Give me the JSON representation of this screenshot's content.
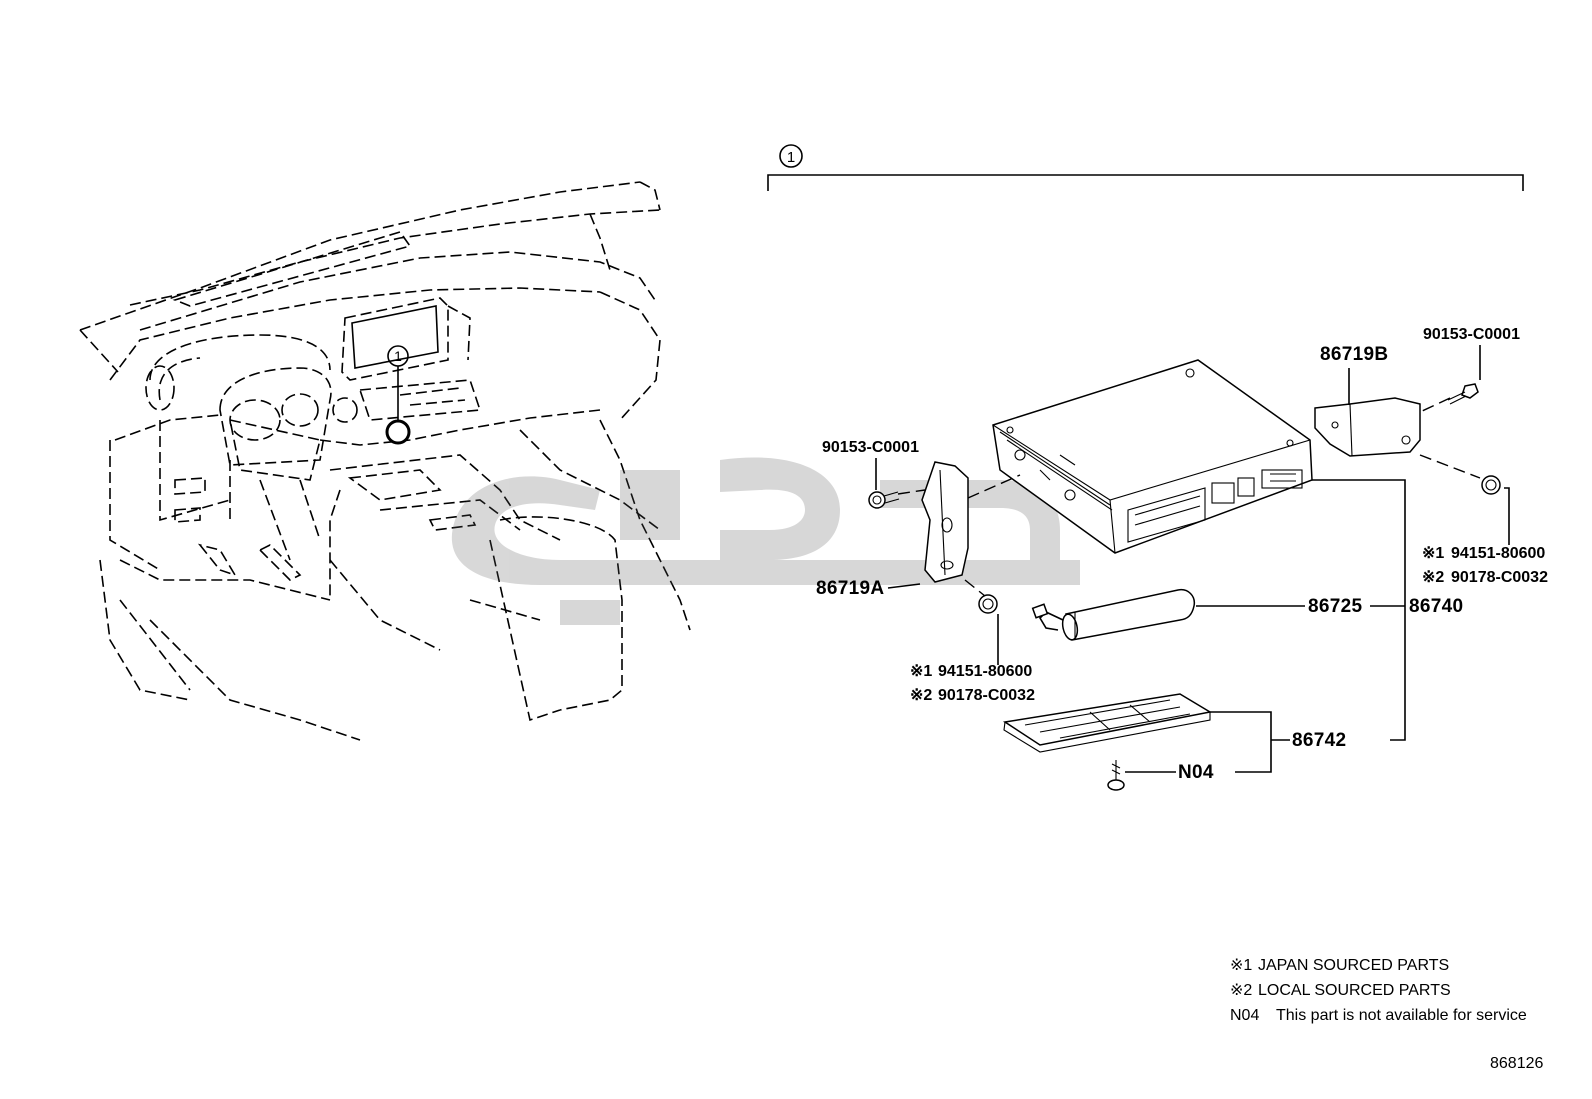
{
  "diagram": {
    "ref_marker": "1",
    "parts": {
      "p86719B": "86719B",
      "p86719A": "86719A",
      "bolt_right": "90153-C0001",
      "bolt_left": "90153-C0001",
      "p86725": "86725",
      "p86740": "86740",
      "p86742": "86742",
      "n04": "N04"
    },
    "nut_right": {
      "line1_mark": "※1",
      "line1_part": "94151-80600",
      "line2_mark": "※2",
      "line2_part": "90178-C0032"
    },
    "nut_left": {
      "line1_mark": "※1",
      "line1_part": "94151-80600",
      "line2_mark": "※2",
      "line2_part": "90178-C0032"
    },
    "legend": {
      "l1_mark": "※1",
      "l1_text": "JAPAN SOURCED PARTS",
      "l2_mark": "※2",
      "l2_text": "LOCAL SOURCED PARTS",
      "l3_mark": "N04",
      "l3_text": "This part is not available for service"
    },
    "figure_id": "868126",
    "watermark": "تو یار"
  }
}
